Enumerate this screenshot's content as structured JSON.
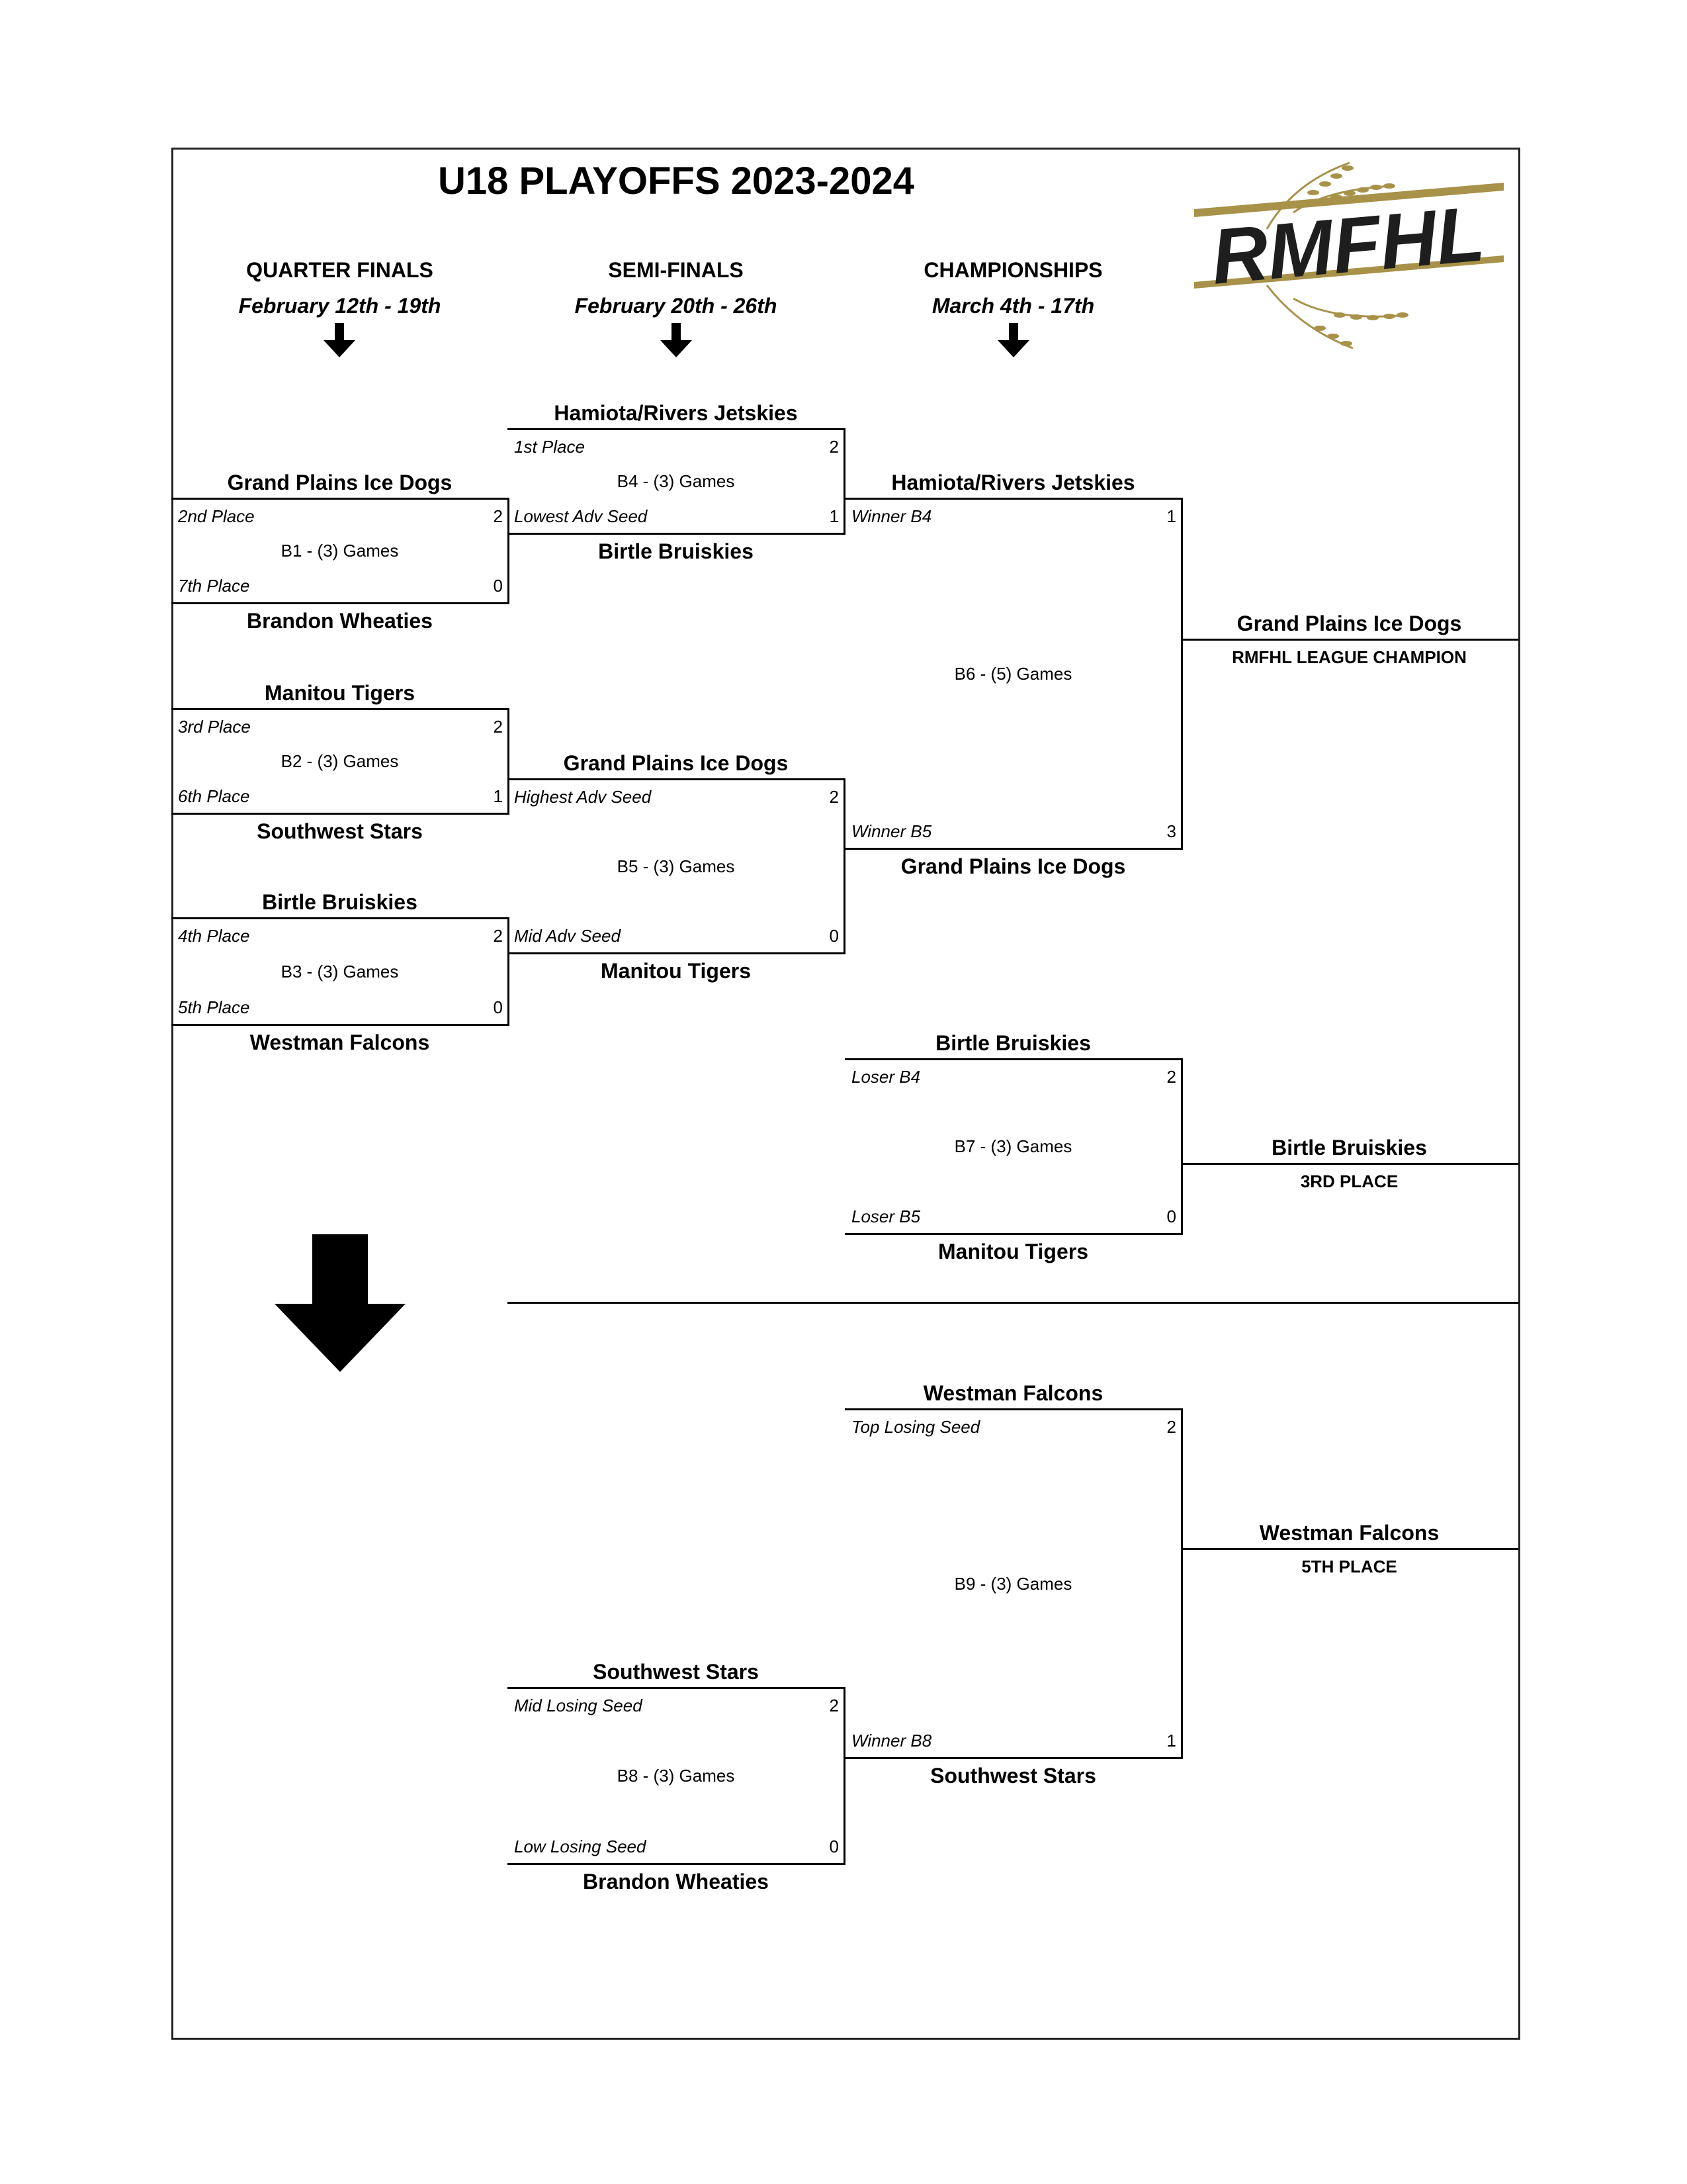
{
  "title": "U18 PLAYOFFS 2023-2024",
  "logo": {
    "text": "RMFHL",
    "gold": "#a8924a",
    "dark": "#1e1e1e"
  },
  "rounds": [
    {
      "label": "QUARTER FINALS",
      "dates": "February 12th - 19th"
    },
    {
      "label": "SEMI-FINALS",
      "dates": "February 20th - 26th"
    },
    {
      "label": "CHAMPIONSHIPS",
      "dates": "March 4th - 17th"
    }
  ],
  "matches": [
    {
      "id": "B1",
      "game": "B1 - (3) Games",
      "top_team": "Grand Plains Ice Dogs",
      "top_seed": "2nd Place",
      "top_score": "2",
      "bottom_team": "Brandon Wheaties",
      "bottom_seed": "7th Place",
      "bottom_score": "0"
    },
    {
      "id": "B2",
      "game": "B2 - (3) Games",
      "top_team": "Manitou Tigers",
      "top_seed": "3rd Place",
      "top_score": "2",
      "bottom_team": "Southwest Stars",
      "bottom_seed": "6th Place",
      "bottom_score": "1"
    },
    {
      "id": "B3",
      "game": "B3 - (3) Games",
      "top_team": "Birtle Bruiskies",
      "top_seed": "4th Place",
      "top_score": "2",
      "bottom_team": "Westman Falcons",
      "bottom_seed": "5th Place",
      "bottom_score": "0"
    },
    {
      "id": "B4",
      "game": "B4 - (3) Games",
      "top_team": "Hamiota/Rivers Jetskies",
      "top_seed": "1st Place",
      "top_score": "2",
      "bottom_team": "Birtle Bruiskies",
      "bottom_seed": "Lowest Adv Seed",
      "bottom_score": "1"
    },
    {
      "id": "B5",
      "game": "B5 - (3) Games",
      "top_team": "Grand Plains Ice Dogs",
      "top_seed": "Highest Adv Seed",
      "top_score": "2",
      "bottom_team": "Manitou Tigers",
      "bottom_seed": "Mid Adv Seed",
      "bottom_score": "0"
    },
    {
      "id": "B6",
      "game": "B6 - (5) Games",
      "top_team": "Hamiota/Rivers Jetskies",
      "top_seed": "Winner B4",
      "top_score": "1",
      "bottom_team": "Grand Plains Ice Dogs",
      "bottom_seed": "Winner B5",
      "bottom_score": "3"
    },
    {
      "id": "B7",
      "game": "B7 - (3) Games",
      "top_team": "Birtle Bruiskies",
      "top_seed": "Loser B4",
      "top_score": "2",
      "bottom_team": "Manitou Tigers",
      "bottom_seed": "Loser B5",
      "bottom_score": "0"
    },
    {
      "id": "B8",
      "game": "B8 - (3) Games",
      "top_team": "Southwest Stars",
      "top_seed": "Mid Losing Seed",
      "top_score": "2",
      "bottom_team": "Brandon Wheaties",
      "bottom_seed": "Low Losing Seed",
      "bottom_score": "0"
    },
    {
      "id": "B9",
      "game": "B9 - (3) Games",
      "top_team": "Westman Falcons",
      "top_seed": "Top Losing Seed",
      "top_score": "2",
      "bottom_team": "Southwest Stars",
      "bottom_seed": "Winner B8",
      "bottom_score": "1"
    }
  ],
  "results": [
    {
      "team": "Grand Plains Ice Dogs",
      "label": "RMFHL LEAGUE CHAMPION"
    },
    {
      "team": "Birtle Bruiskies",
      "label": "3RD PLACE"
    },
    {
      "team": "Westman Falcons",
      "label": "5TH PLACE"
    }
  ]
}
